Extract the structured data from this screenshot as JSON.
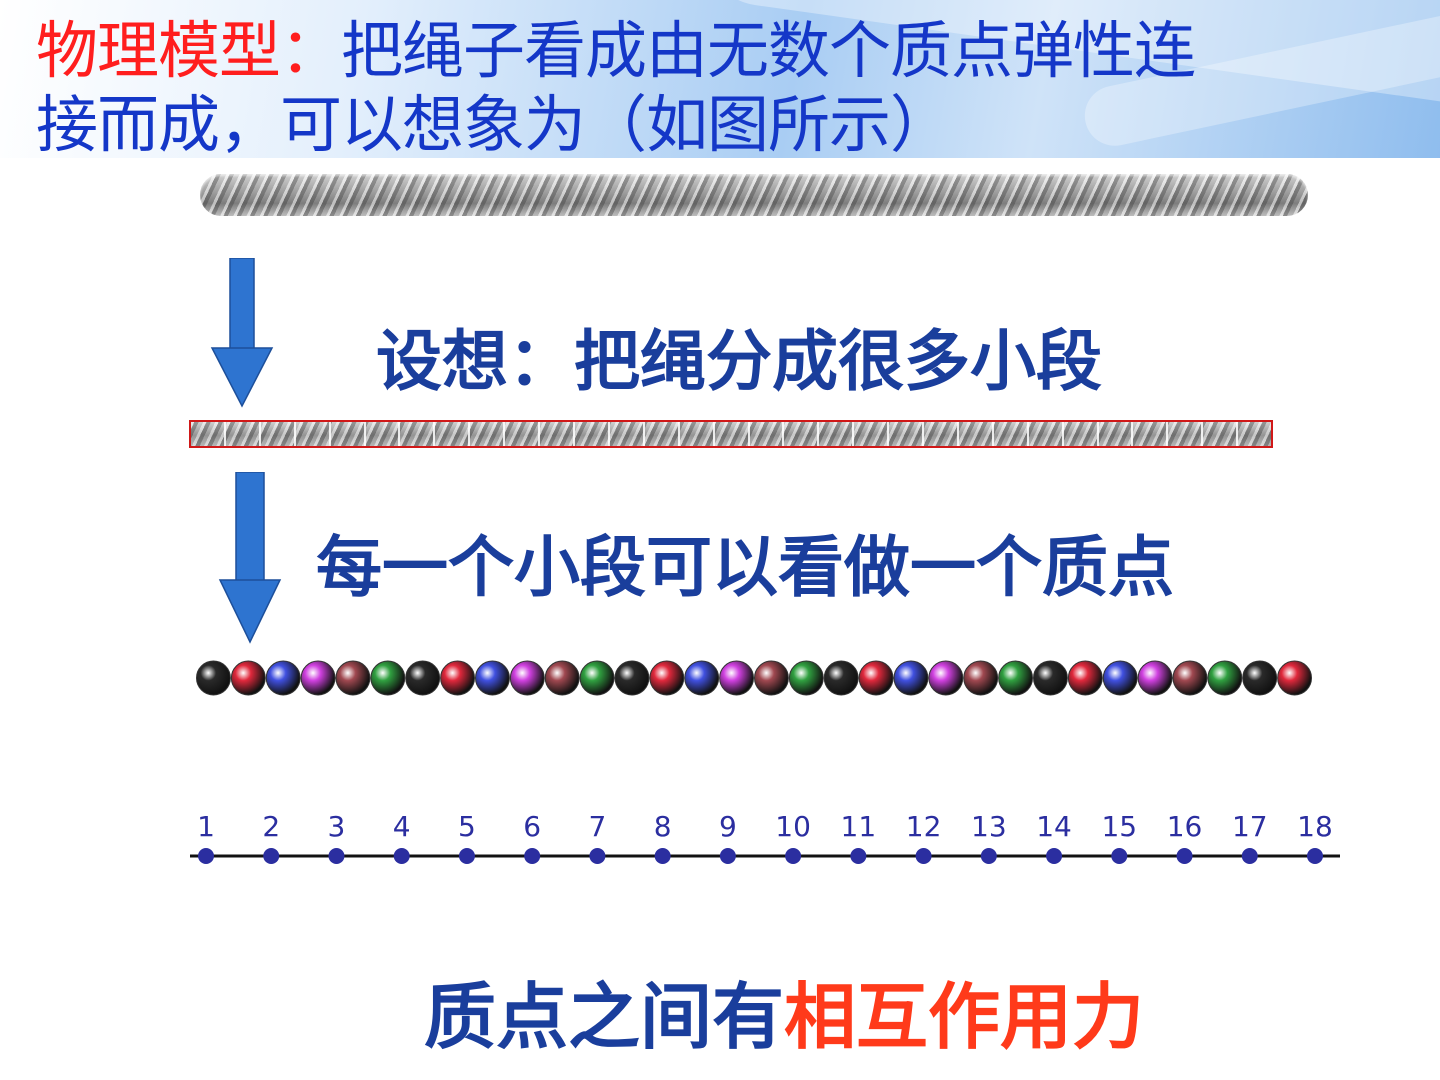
{
  "title": {
    "prefix": "物理模型：",
    "line1_rest": "把绳子看成由无数个质点弹性连",
    "line2": "接而成，可以想象为（如图所示）"
  },
  "steps": {
    "step1": "设想：把绳分成很多小段",
    "step2": "每一个小段可以看做一个质点"
  },
  "segments_count": 31,
  "beads": {
    "count": 32,
    "colors": [
      "#2a2a2a",
      "#e0283c",
      "#4050e0",
      "#d040e0",
      "#a04850",
      "#30a040"
    ]
  },
  "axis": {
    "labels": [
      "1",
      "2",
      "3",
      "4",
      "5",
      "6",
      "7",
      "8",
      "9",
      "10",
      "11",
      "12",
      "13",
      "14",
      "15",
      "16",
      "17",
      "18"
    ]
  },
  "conclusion": {
    "part1": "质点之间有",
    "part2": "相互作用力"
  },
  "colors": {
    "accent_red": "#ff1e1e",
    "text_blue": "#1a3e9c",
    "arrow_blue": "#2e74d0",
    "dot_blue": "#2b2ea0"
  }
}
